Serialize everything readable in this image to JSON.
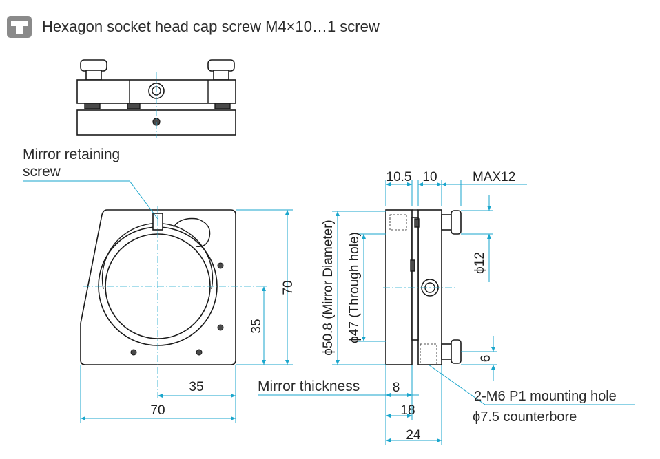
{
  "header": {
    "icon": "screw-icon",
    "icon_color": "#8a8a8a",
    "title": "Hexagon socket head cap screw M4×10…1 screw"
  },
  "callouts": {
    "retaining_screw_line1": "Mirror retaining",
    "retaining_screw_line2": "screw",
    "mirror_thickness": "Mirror thickness",
    "mounting_hole": "2-M6 P1 mounting hole",
    "counterbore": "ϕ7.5 counterbore",
    "mirror_diameter": "ϕ50.8 (Mirror Diameter)",
    "through_hole": "ϕ47 (Through hole)"
  },
  "dimensions": {
    "front_height": "70",
    "front_center_height": "35",
    "front_center_width": "35",
    "front_width": "70",
    "side_plate_1": "10.5",
    "side_plate_2": "10",
    "side_max": "MAX12",
    "knob_diameter": "ϕ12",
    "bottom_offset": "6",
    "mirror_thickness_value": "8",
    "depth_18": "18",
    "depth_24": "24"
  },
  "colors": {
    "dimension_line": "#1aa6cc",
    "outline": "#1a1a1a",
    "shade": "#4a4a4a"
  }
}
